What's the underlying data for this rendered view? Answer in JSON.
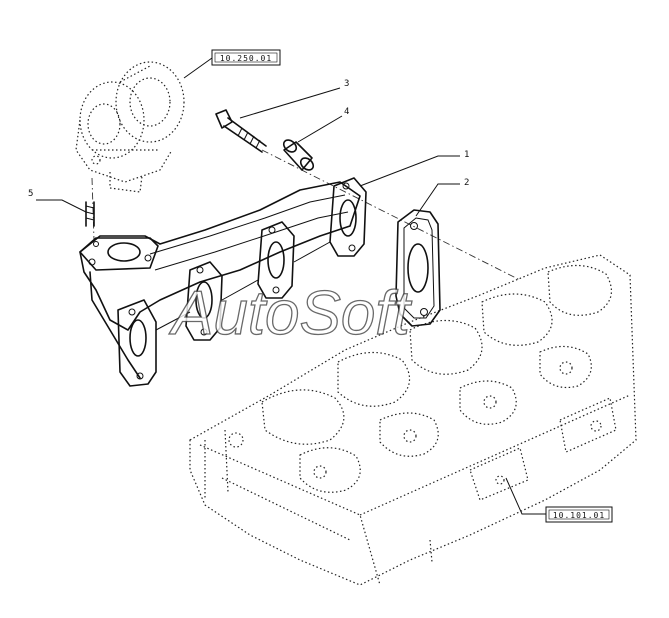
{
  "references": {
    "turbocharger": "10.250.01",
    "cylinder_head": "10.101.01"
  },
  "callouts": {
    "manifold": "1",
    "gasket": "2",
    "bolt": "3",
    "spacer": "4",
    "stud": "5"
  },
  "watermark": "AutoSoft"
}
